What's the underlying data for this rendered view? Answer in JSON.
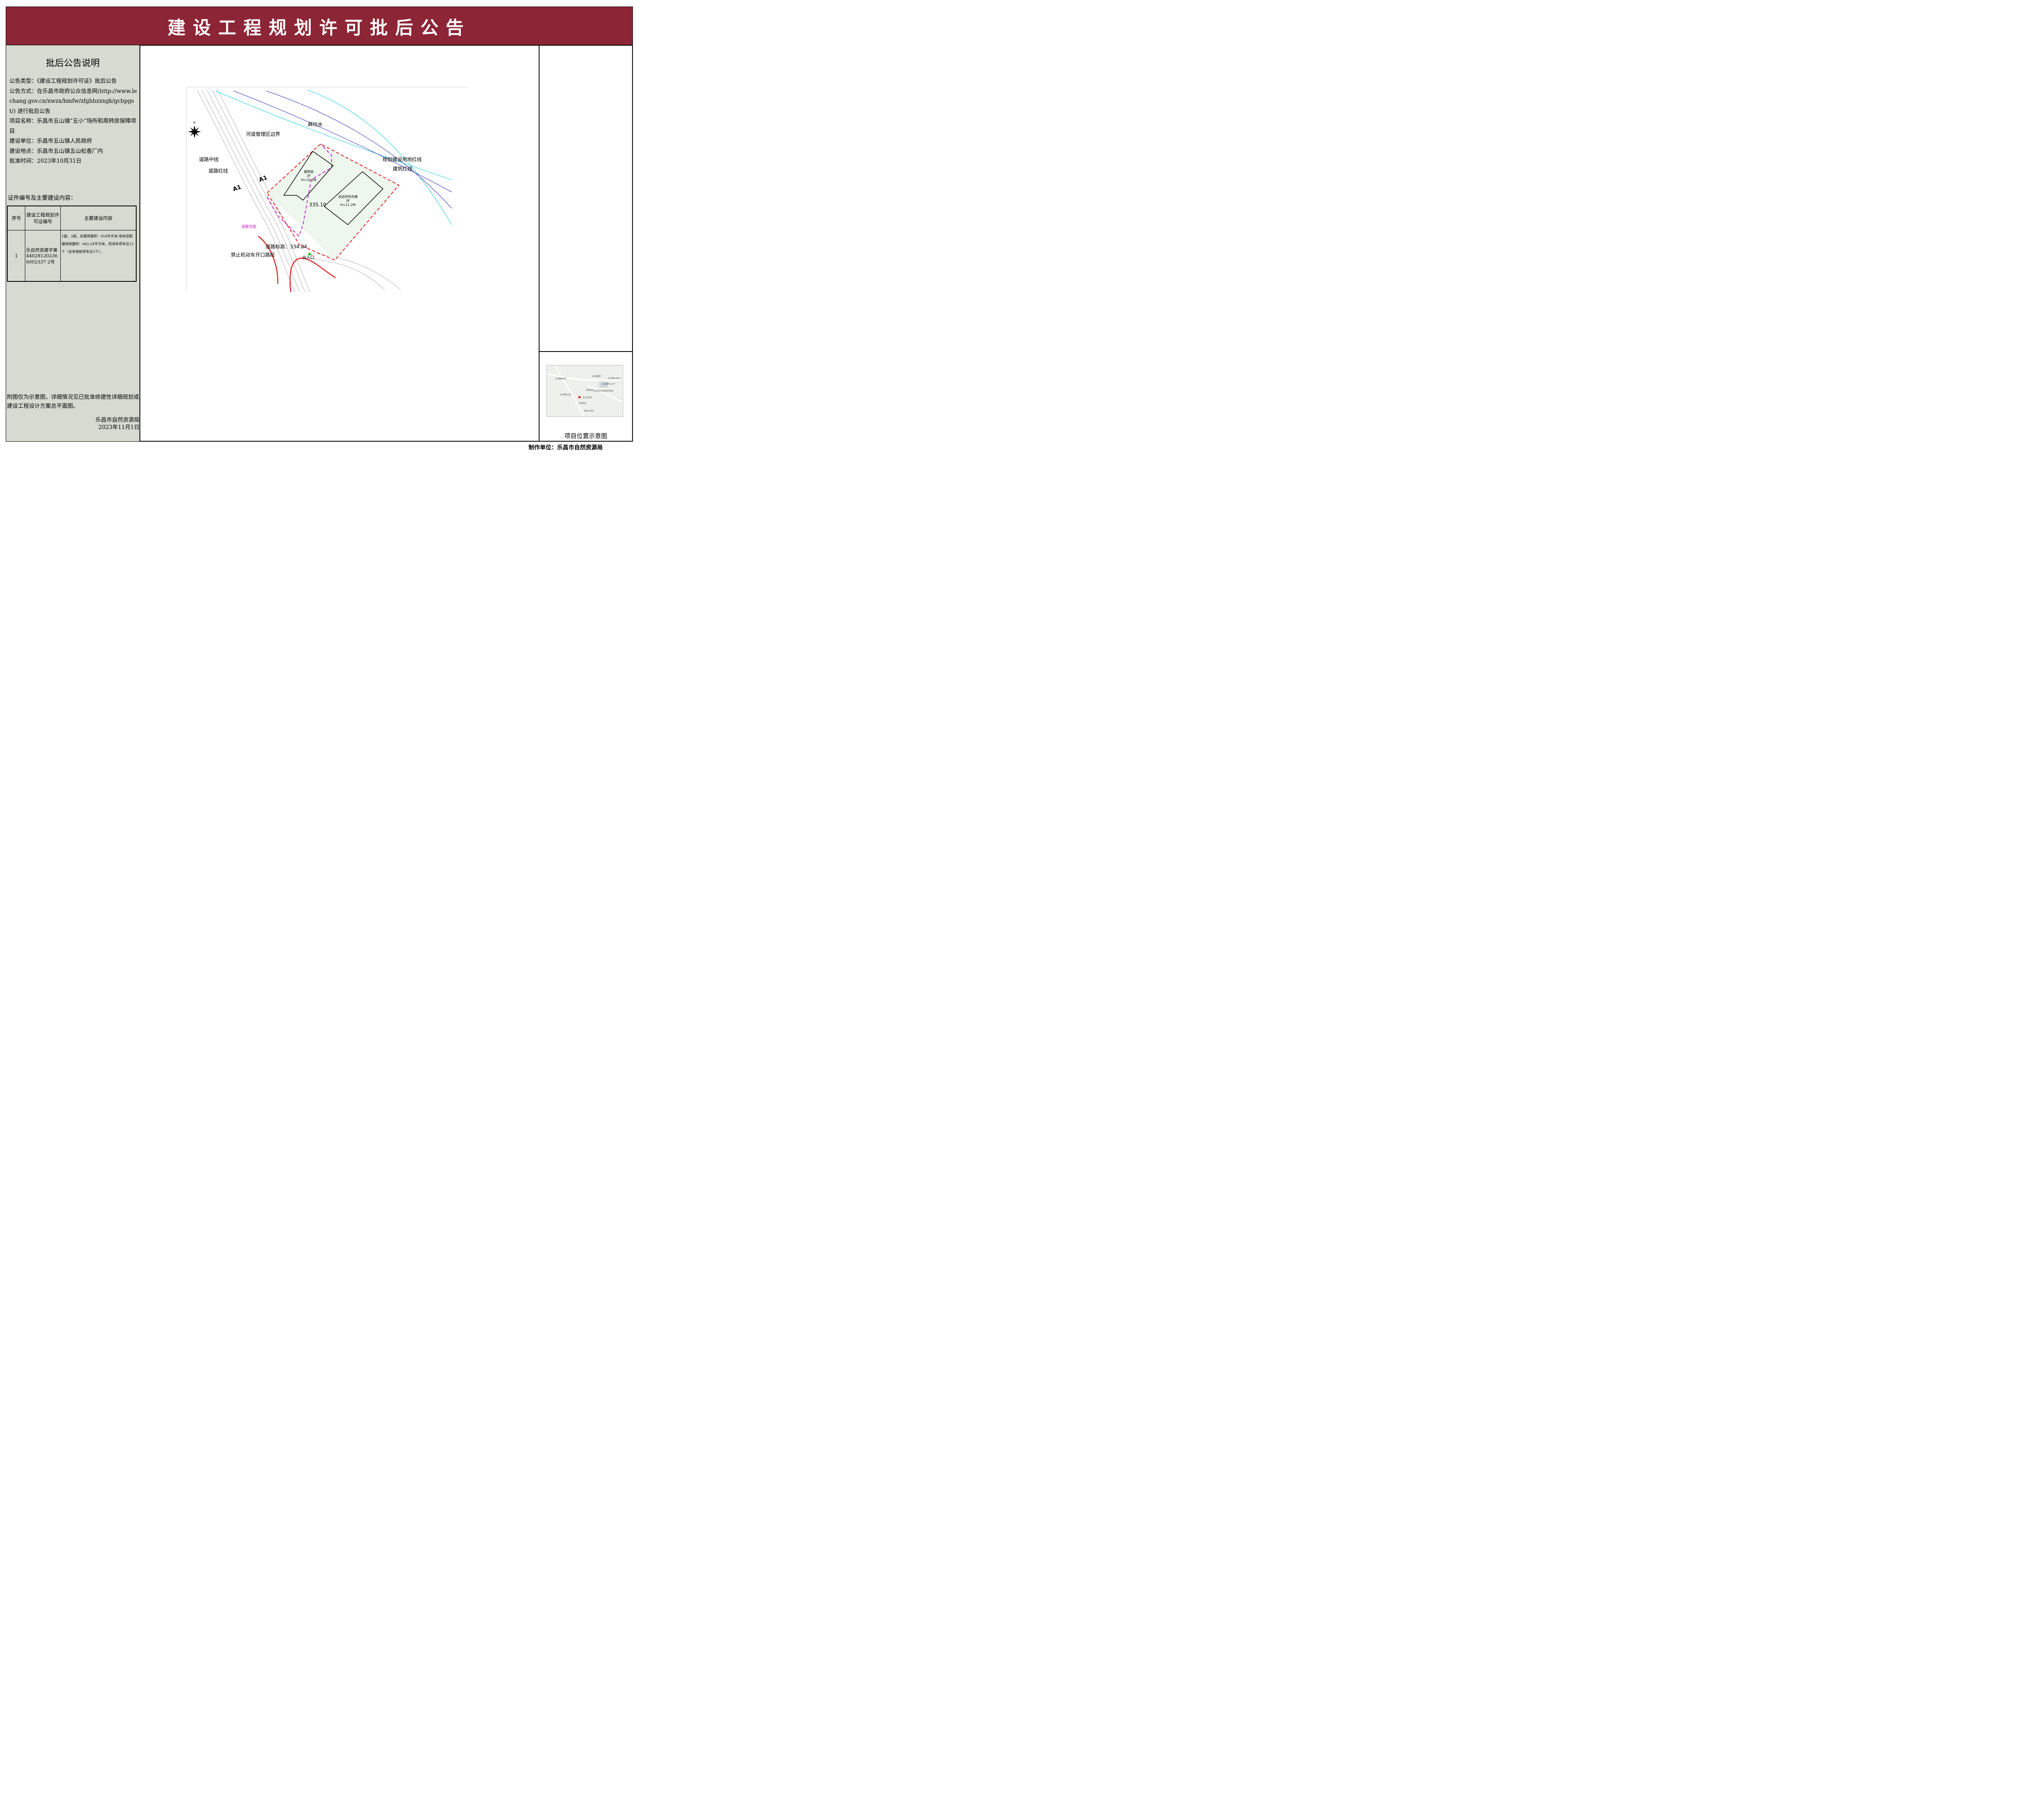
{
  "banner": {
    "title": "建设工程规划许可批后公告"
  },
  "left": {
    "heading": "批后公告说明",
    "info": [
      "公告类型：《建设工程规划许可证》批后公告",
      "公告方式：在乐昌市政府公众信息网(http://www.lechang.gov.cn/xwzx/bmfw/zfghbzxxgk/gcbpgst/) 进行批后公告",
      "项目名称：乐昌市五山镇“五小”场所和周转房保障项目",
      "建设单位：乐昌市五山镇人民政府",
      "建设地点：乐昌市五山镇五山松香厂内",
      "批准时间：2023年10月31日"
    ],
    "table_title": "证件编号及主要建设内容：",
    "table": {
      "headers": [
        "序号",
        "建设工程规划许可证编号",
        "主要建设内容"
      ],
      "rows": [
        [
          "1",
          "乐自然资建字第440281202366002337 2号",
          "1座，3层，总建筑面积：618平方米,地块总配建绿地面积：662.24平方米，机动车停车位15个（含充电桩停车位3个）。"
        ]
      ]
    },
    "note": "附图仅为示意图，详细情况见已批准修建性详细规划或建设工程设计方案总平面图。",
    "sign_org": "乐昌市自然资源局",
    "sign_date": "2023年11月1日"
  },
  "map": {
    "labels": {
      "river": "麻坑水",
      "river_boundary": "河道管理区边界",
      "road_center": "道路中线",
      "road_red": "道路红线",
      "a1_left": "A1",
      "a1_right": "A1",
      "planning_red": "规划建设用地红线",
      "building_red": "建筑红线",
      "building1_name": "周转房",
      "building1_floors": "3F",
      "building1_height": "H=10.5M",
      "building2_name": "派出所综合楼",
      "building2_floors": "3F",
      "building2_height": "H=11.2M",
      "elevation": "335.10",
      "adjust": "调整范围",
      "road_elev": "道路标高：334.84",
      "no_vehicle": "禁止机动车开口路段",
      "entrance": "出入口",
      "north": "N"
    },
    "colors": {
      "red_line": "#e02020",
      "magenta": "#cc22cc",
      "river": "#00c8d8",
      "blue": "#2424b8"
    }
  },
  "right": {
    "location_caption": "项目位置示意图",
    "loc_map_labels": [
      "五山镇政府",
      "五山镇文化中心",
      "五山镇中心小学",
      "五山镇敬老院",
      "唐风饭店",
      "乐昌市农村信用合作联社",
      "五山镇幼儿园",
      "五山卫生院",
      "叶家饭店",
      "康达大药房"
    ]
  },
  "footer": {
    "maker": "制作单位：乐昌市自然资源局"
  }
}
